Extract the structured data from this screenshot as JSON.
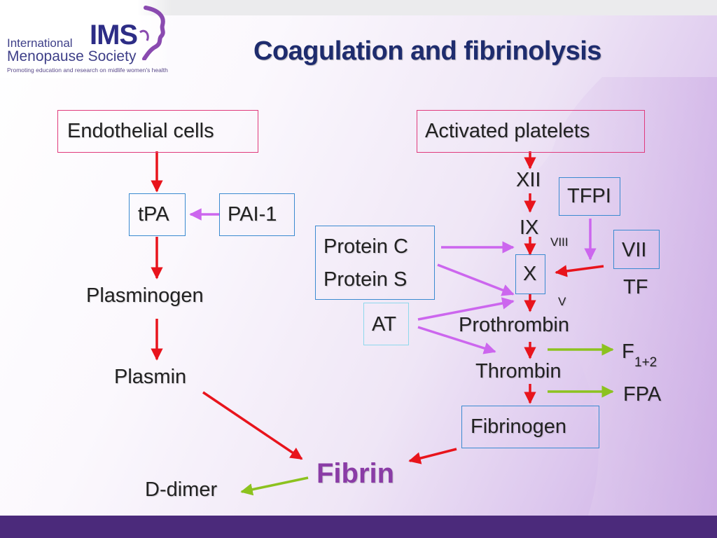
{
  "header": {
    "logo": {
      "org_line1": "International",
      "org_line2": "Menopause Society",
      "tagline": "Promoting education and research on midlife women's health",
      "acronym": "IMS"
    },
    "title": "Coagulation and fibrinolysis"
  },
  "nodes": {
    "endothelial_cells": "Endothelial cells",
    "activated_platelets": "Activated platelets",
    "tpa": "tPA",
    "pai1": "PAI-1",
    "plasminogen": "Plasminogen",
    "plasmin": "Plasmin",
    "d_dimer": "D-dimer",
    "fibrin": "Fibrin",
    "xii": "XII",
    "tfpi": "TFPI",
    "ix": "IX",
    "viii": "VIII",
    "protein_c": "Protein C",
    "protein_s": "Protein S",
    "vii": "VII",
    "tf": "TF",
    "x": "X",
    "v": "V",
    "at": "AT",
    "prothrombin": "Prothrombin",
    "f_main": "F",
    "f_sub": "1+2",
    "thrombin": "Thrombin",
    "fpa": "FPA",
    "fibrinogen": "Fibrinogen"
  },
  "colors": {
    "activation_arrow": "#e8141c",
    "inhibition_arrow": "#cc66ee",
    "product_arrow": "#8cc21f",
    "fibrin_text": "#8a3ca6",
    "title_text": "#1e2c6e",
    "footer_bar": "#4b2a7b"
  }
}
